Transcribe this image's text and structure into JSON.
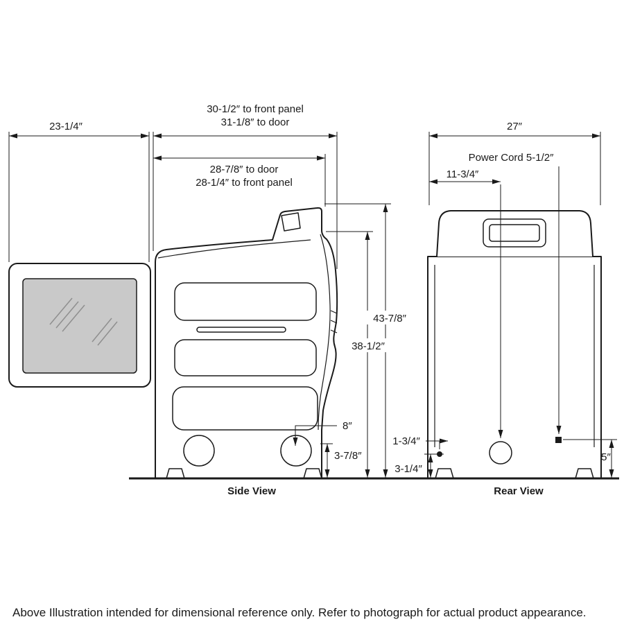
{
  "side_view": {
    "caption": "Side View",
    "dim_top_front_panel": "30-1/2″ to front panel",
    "dim_top_door": "31-1/8″ to door",
    "dim_open_door": "23-1/4″",
    "dim_inner_door": "28-7/8″ to door",
    "dim_inner_front_panel": "28-1/4″ to front panel",
    "dim_height_total": "43-7/8″",
    "dim_height_body": "38-1/2″",
    "dim_leg_offset": "8″",
    "dim_leg_height": "3-7/8″"
  },
  "rear_view": {
    "caption": "Rear View",
    "dim_width": "27″",
    "label_power_cord": "Power Cord 5-1/2″",
    "dim_cord_offset": "11-3/4″",
    "dim_left_offset": "1-3/4″",
    "dim_bottom_offset": "3-1/4″",
    "dim_right_height": "5″"
  },
  "footer": {
    "note": "Above Illustration intended for dimensional reference only. Refer to photograph for actual product appearance."
  }
}
